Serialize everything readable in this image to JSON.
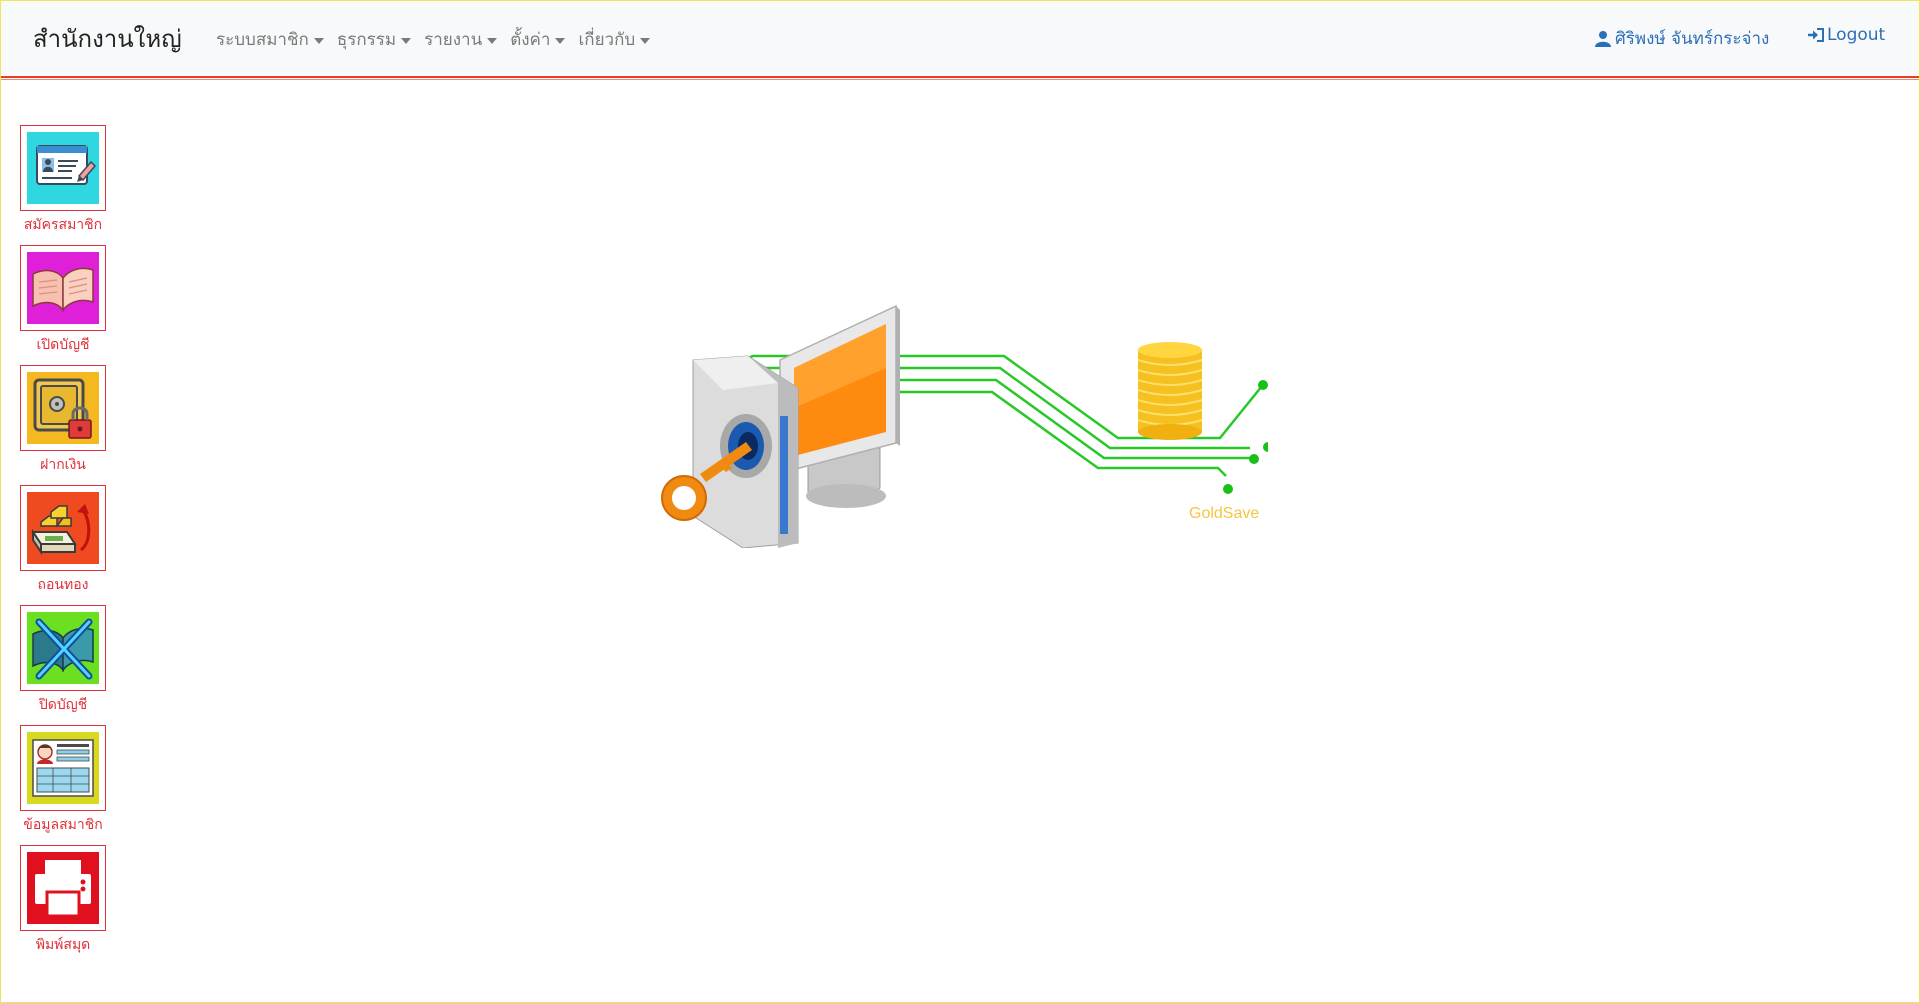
{
  "brand": "สำนักงานใหญ่",
  "menu": [
    {
      "label": "ระบบสมาชิก"
    },
    {
      "label": "ธุรกรรม"
    },
    {
      "label": "รายงาน"
    },
    {
      "label": "ตั้งค่า"
    },
    {
      "label": "เกี่ยวกับ"
    }
  ],
  "user": {
    "name": "ศิริพงษ์ จันทร์กระจ่าง",
    "icon": "user-icon"
  },
  "logout": {
    "label": "Logout",
    "icon": "sign-in-icon"
  },
  "sidebar": {
    "items": [
      {
        "label": "สมัครสมาชิก",
        "icon": "member-register-icon",
        "bg": "#2fd8e0"
      },
      {
        "label": "เปิดบัญชี",
        "icon": "open-book-icon",
        "bg": "#e020d8"
      },
      {
        "label": "ฝากเงิน",
        "icon": "safe-deposit-icon",
        "bg": "#f5b820"
      },
      {
        "label": "ถอนทอง",
        "icon": "gold-withdraw-icon",
        "bg": "#f04a20"
      },
      {
        "label": "ปิดบัญชี",
        "icon": "close-account-icon",
        "bg": "#6ae020"
      },
      {
        "label": "ข้อมูลสมาชิก",
        "icon": "member-info-icon",
        "bg": "#d8d820"
      },
      {
        "label": "พิมพ์สมุด",
        "icon": "printer-icon",
        "bg": "#e0101e"
      }
    ]
  },
  "illustration": {
    "caption": "GoldSave"
  },
  "colors": {
    "accent": "#2c6fb7",
    "tile_border": "#e0303a",
    "nav_line": "#e63b2e",
    "gold": "#f5c542"
  }
}
